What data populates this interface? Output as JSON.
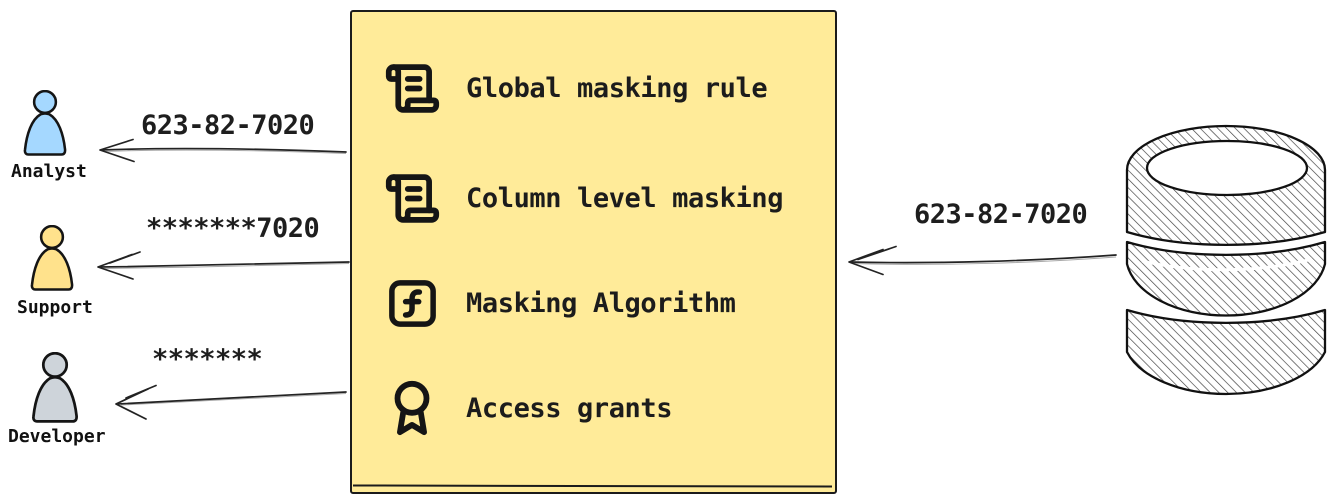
{
  "diagram": {
    "description": "Data masking flow: database value passes through masking policy box to three user personas"
  },
  "box": {
    "fill": "#ffeb99",
    "border_color": "#1b1b1b",
    "items": [
      {
        "icon": "scroll-text-icon",
        "label": "Global masking rule"
      },
      {
        "icon": "scroll-text-icon",
        "label": "Column level masking"
      },
      {
        "icon": "function-icon",
        "label": "Masking Algorithm"
      },
      {
        "icon": "award-icon",
        "label": "Access grants"
      }
    ]
  },
  "personas": [
    {
      "name": "Analyst",
      "fill": "#a5d8ff",
      "received_value": "623-82-7020"
    },
    {
      "name": "Support",
      "fill": "#ffe28c",
      "received_value": "*******7020"
    },
    {
      "name": "Developer",
      "fill": "#ced4da",
      "received_value": "*******"
    }
  ],
  "database": {
    "icon": "database-icon",
    "sent_value": "623-82-7020"
  },
  "colors": {
    "box_fill": "#ffeb99",
    "stroke": "#1b1b1b",
    "analyst_fill": "#a5d8ff",
    "support_fill": "#ffe28c",
    "developer_fill": "#ced4da"
  }
}
